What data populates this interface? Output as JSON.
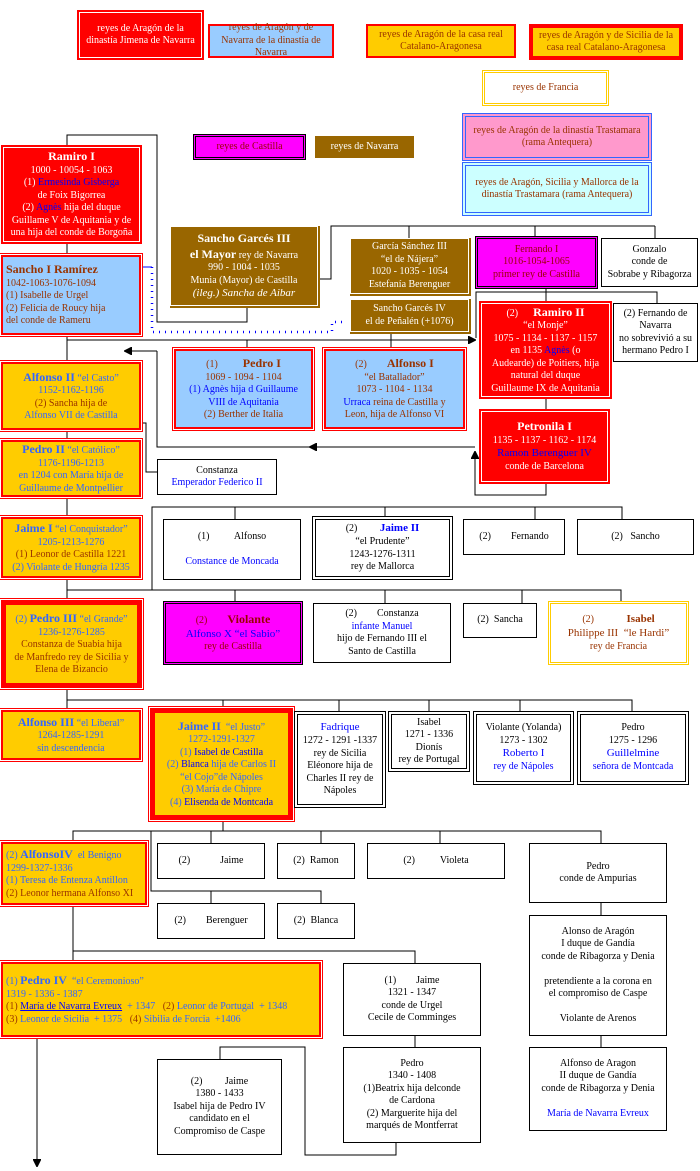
{
  "legend": [
    "reyes de Aragón de la dinastía Jimena de Navarra",
    "reyes de Aragón y de Navarra de la dinastía de Navarra",
    "reyes de Aragón de la casa real Catalano-Aragonesa",
    "reyes de Aragón y de Sicilia de la casa real Catalano-Aragonesa",
    "reyes de Francia",
    "reyes de Castilla",
    "reyes de Navarra",
    "reyes de Aragón de la dinastía Trastamara (rama Antequera)",
    "reyes de Aragón, Sicilia y Mallorca de la dinastía Trastamara (rama Antequera)"
  ],
  "boxes": [
    {
      "lines": [
        [
          {
            "t": "Ramiro I",
            "b": 1,
            "z": 12
          }
        ],
        [
          {
            "t": "1000 - 10054 - 1063"
          }
        ],
        [
          {
            "t": "(1) "
          },
          {
            "t": "Ermesinda Gisberga",
            "c": "#0000ff"
          }
        ],
        [
          {
            "t": "de Foix Bigorrea"
          }
        ],
        [
          {
            "t": "(2) "
          },
          {
            "t": "Agnès",
            "c": "#0000ff"
          },
          {
            "t": " hija del duque"
          }
        ],
        [
          {
            "t": "Guillame V de Aquitania y de"
          }
        ],
        [
          {
            "t": "una hija del conde de Borgoña"
          }
        ]
      ]
    },
    {
      "lines": [
        [
          {
            "t": "Sancho I Ramírez",
            "b": 1,
            "z": 12
          }
        ],
        [
          {
            "t": "1042-1063-1076-1094"
          }
        ],
        [
          {
            "t": "(1) Isabelle de Urgel"
          }
        ],
        [
          {
            "t": "(2) Felicia de Roucy hija"
          }
        ],
        [
          {
            "t": "del conde de Rameru"
          }
        ]
      ]
    },
    {
      "lines": [
        [
          {
            "t": "Sancho Garcés III",
            "b": 1,
            "z": 12
          }
        ],
        [
          {
            "t": "el Mayor",
            "b": 1,
            "z": 12
          },
          {
            "t": " rey de Navarra"
          }
        ],
        [
          {
            "t": "990 - 1004 - 1035"
          }
        ],
        [
          {
            "t": "Munia (Mayor) de Castilla"
          }
        ],
        [
          {
            "t": "(ileg.) Sancha de Aibar",
            "i": 1,
            "z": 11
          }
        ]
      ]
    },
    {
      "lines": [
        [
          {
            "t": "García Sánchez III"
          }
        ],
        [
          {
            "t": "“el de Nájera”"
          }
        ],
        [
          {
            "t": "1020 - 1035 - 1054"
          }
        ],
        [
          {
            "t": "Estefanía Berenguer"
          }
        ]
      ]
    },
    {
      "lines": [
        [
          {
            "t": "Sancho Garcés IV"
          }
        ],
        [
          {
            "t": "el de Peñalén (+1076)"
          }
        ]
      ]
    },
    {
      "lines": [
        [
          {
            "t": "Fernando I"
          }
        ],
        [
          {
            "t": "1016-1054-1065"
          }
        ],
        [
          {
            "t": "primer rey de Castilla"
          }
        ]
      ]
    },
    {
      "lines": [
        [
          {
            "t": "Gonzalo"
          }
        ],
        [
          {
            "t": "conde de"
          }
        ],
        [
          {
            "t": "Sobrabe y Ribagorza"
          }
        ]
      ]
    },
    {
      "lines": [
        [
          {
            "t": "(2)      "
          },
          {
            "t": "Ramiro II",
            "b": 1,
            "z": 12
          }
        ],
        [
          {
            "t": "“el Monje”"
          }
        ],
        [
          {
            "t": "1075 - 1134 - 1137 - 1157"
          }
        ],
        [
          {
            "t": "en 1135 "
          },
          {
            "t": "Agnès",
            "c": "#0000ff"
          },
          {
            "t": " (o"
          }
        ],
        [
          {
            "t": "Audearde) de Poitiers, hija"
          }
        ],
        [
          {
            "t": "natural del duque"
          }
        ],
        [
          {
            "t": "Guillaume IX de Aquitania"
          }
        ]
      ]
    },
    {
      "lines": [
        [
          {
            "t": "(2) Fernando de"
          }
        ],
        [
          {
            "t": "Navarra"
          }
        ],
        [
          {
            "t": "no sobrevivió a su"
          }
        ],
        [
          {
            "t": "hermano Pedro I"
          }
        ]
      ]
    },
    {
      "lines": [
        [
          {
            "t": "(1)          "
          },
          {
            "t": "Pedro I",
            "b": 1,
            "z": 12
          }
        ],
        [
          {
            "t": "1069 - 1094 - 1104"
          }
        ],
        [
          {
            "t": "(1) Agnès hija d Guillaume",
            "c": "#0000ff"
          }
        ],
        [
          {
            "t": "VIII de Aquitania",
            "c": "#0000ff"
          }
        ],
        [
          {
            "t": "(2) Berther de Italia"
          }
        ]
      ]
    },
    {
      "lines": [
        [
          {
            "t": "(2)        "
          },
          {
            "t": "Alfonso I",
            "b": 1,
            "z": 12
          }
        ],
        [
          {
            "t": "“el Batallador”"
          }
        ],
        [
          {
            "t": "1073 - 1104 - 1134"
          }
        ],
        [
          {
            "t": "Urraca",
            "c": "#0000ff"
          },
          {
            "t": " reina de Castilla y"
          }
        ],
        [
          {
            "t": "Leon, hija de Alfonso VI"
          }
        ]
      ]
    },
    {
      "lines": [
        [
          {
            "t": "Alfonso II",
            "b": 1,
            "z": 12
          },
          {
            "t": " “el Casto”"
          }
        ],
        [
          {
            "t": "1152-1162-1196"
          }
        ],
        [
          {
            "t": "(2) Sancha hija de",
            "c": "#993300"
          }
        ],
        [
          {
            "t": "Alfonso VII de Castilla"
          }
        ]
      ]
    },
    {
      "lines": [
        [
          {
            "t": "Pedro II",
            "b": 1,
            "z": 12
          },
          {
            "t": " “el Católico”"
          }
        ],
        [
          {
            "t": "1176-1196-1213"
          }
        ],
        [
          {
            "t": "en 1204 con María hija de"
          }
        ],
        [
          {
            "t": "Guillaume de Montpellier"
          }
        ]
      ]
    },
    {
      "lines": [
        [
          {
            "t": "Petronila I",
            "b": 1,
            "z": 12
          }
        ],
        [
          {
            "t": "1135 - 1137 - 1162 - 1174"
          }
        ],
        [
          {
            "t": "Ramon Berenguer IV",
            "c": "#0000ff",
            "z": 11
          }
        ],
        [
          {
            "t": "conde de Barcelona"
          }
        ]
      ]
    },
    {
      "lines": [
        [
          {
            "t": "Constanza"
          }
        ],
        [
          {
            "t": "Emperador Federico II",
            "c": "#0000ff"
          }
        ]
      ]
    },
    {
      "lines": [
        [
          {
            "t": "Jaime I",
            "b": 1,
            "z": 12
          },
          {
            "t": " “el Conquistador”"
          }
        ],
        [
          {
            "t": "1205-1213-1276"
          }
        ],
        [
          {
            "t": "(1) Leonor de Castilla 1221",
            "c": "#993300"
          }
        ],
        [
          {
            "t": "(2) Violante de Hungría 1235"
          }
        ]
      ]
    },
    {
      "lines": [
        [
          {
            "t": "(1)          Alfonso"
          }
        ],
        [
          {
            "t": " "
          }
        ],
        [
          {
            "t": "Constance de Moncada",
            "c": "#0000ff"
          }
        ]
      ]
    },
    {
      "lines": [
        [
          {
            "t": "(2)         "
          },
          {
            "t": "Jaime II",
            "b": 1,
            "c": "#0000ff",
            "z": 11
          }
        ],
        [
          {
            "t": "“el Prudente”"
          }
        ],
        [
          {
            "t": "1243-1276-1311"
          }
        ],
        [
          {
            "t": "rey de Mallorca"
          }
        ]
      ]
    },
    {
      "lines": [
        [
          {
            "t": "(2)        Fernando"
          }
        ]
      ]
    },
    {
      "lines": [
        [
          {
            "t": "(2)   Sancho"
          }
        ]
      ]
    },
    {
      "lines": [
        [
          {
            "t": "(2) "
          },
          {
            "t": "Pedro III",
            "b": 1,
            "z": 12
          },
          {
            "t": " “el Grande”"
          }
        ],
        [
          {
            "t": "1236-1276-1285"
          }
        ],
        [
          {
            "t": "Constanza de Suabia hija",
            "c": "#993300"
          }
        ],
        [
          {
            "t": "de Manfredo rey de Sicilia y",
            "c": "#993300"
          }
        ],
        [
          {
            "t": "Elena de Bizancio",
            "c": "#993300"
          }
        ]
      ]
    },
    {
      "lines": [
        [
          {
            "t": "(2)        "
          },
          {
            "t": "Violante",
            "b": 1,
            "z": 12
          }
        ],
        [
          {
            "t": "Alfonso X “el Sabio”",
            "c": "#0000ff",
            "z": 11
          }
        ],
        [
          {
            "t": "rey de Castilla"
          }
        ]
      ]
    },
    {
      "lines": [
        [
          {
            "t": "(2)        Constanza"
          }
        ],
        [
          {
            "t": "infante Manuel",
            "c": "#0000ff"
          }
        ],
        [
          {
            "t": "hijo de Fernando III el"
          }
        ],
        [
          {
            "t": "Santo de Castilla"
          }
        ]
      ]
    },
    {
      "lines": [
        [
          {
            "t": "(2)  Sancha"
          }
        ]
      ]
    },
    {
      "lines": [
        [
          {
            "t": "(2)             "
          },
          {
            "t": "Isabel",
            "b": 1,
            "z": 11
          }
        ],
        [
          {
            "t": "Philippe III  “le Hardi”",
            "z": 11
          }
        ],
        [
          {
            "t": "rey de Francia"
          }
        ]
      ]
    },
    {
      "lines": [
        [
          {
            "t": "Alfonso III",
            "b": 1,
            "z": 12
          },
          {
            "t": " “el Liberal”"
          }
        ],
        [
          {
            "t": "1264-1285-1291"
          }
        ],
        [
          {
            "t": "sin descendencia"
          }
        ]
      ]
    },
    {
      "lines": [
        [
          {
            "t": "Jaime II",
            "b": 1,
            "z": 12
          },
          {
            "t": "  “el Justo”"
          }
        ],
        [
          {
            "t": "1272-1291-1327"
          }
        ],
        [
          {
            "t": "(1) "
          },
          {
            "t": "Isabel de Castilla",
            "c": "#0000ff"
          }
        ],
        [
          {
            "t": "(2) "
          },
          {
            "t": "Blanca",
            "c": "#0000ff"
          },
          {
            "t": " hija de Carlos II"
          }
        ],
        [
          {
            "t": "“el Cojo”de Nápoles"
          }
        ],
        [
          {
            "t": "(3) María de Chipre"
          }
        ],
        [
          {
            "t": "(4) "
          },
          {
            "t": "Elisenda de Montcada",
            "c": "#0000ff"
          }
        ]
      ]
    },
    {
      "lines": [
        [
          {
            "t": "Fadrique",
            "c": "#0000ff",
            "z": 11
          }
        ],
        [
          {
            "t": "1272 - 1291 -1337"
          }
        ],
        [
          {
            "t": "rey de Sicilia"
          }
        ],
        [
          {
            "t": "Eléonore hija de"
          }
        ],
        [
          {
            "t": "Charles II rey de"
          }
        ],
        [
          {
            "t": "Nápoles"
          }
        ]
      ]
    },
    {
      "lines": [
        [
          {
            "t": "Isabel"
          }
        ],
        [
          {
            "t": "1271 - 1336"
          }
        ],
        [
          {
            "t": "Dionís"
          }
        ],
        [
          {
            "t": "rey de Portugal"
          }
        ]
      ]
    },
    {
      "lines": [
        [
          {
            "t": "Violante (Yolanda)"
          }
        ],
        [
          {
            "t": "1273 - 1302"
          }
        ],
        [
          {
            "t": "Roberto I",
            "c": "#0000ff",
            "z": 11
          }
        ],
        [
          {
            "t": "rey de Nápoles",
            "c": "#0000ff"
          }
        ]
      ]
    },
    {
      "lines": [
        [
          {
            "t": "Pedro"
          }
        ],
        [
          {
            "t": "1275 - 1296"
          }
        ],
        [
          {
            "t": "Guillelmine",
            "c": "#0000ff",
            "z": 11
          }
        ],
        [
          {
            "t": "señora de Montcada",
            "c": "#0000ff"
          }
        ]
      ]
    },
    {
      "lines": [
        [
          {
            "t": "(2) "
          },
          {
            "t": "AlfonsoIV",
            "b": 1,
            "z": 12
          },
          {
            "t": "  el Benigno"
          }
        ],
        [
          {
            "t": "1299-1327-1336"
          }
        ],
        [
          {
            "t": "(1) Teresa de Entenza Antillon"
          }
        ],
        [
          {
            "t": "(2) Leonor hermana Alfonso XI",
            "c": "#993300"
          }
        ]
      ]
    },
    {
      "lines": [
        [
          {
            "t": "(2)            Jaime"
          }
        ]
      ]
    },
    {
      "lines": [
        [
          {
            "t": "(2)  Ramon"
          }
        ]
      ]
    },
    {
      "lines": [
        [
          {
            "t": "(2)          Violeta"
          }
        ]
      ]
    },
    {
      "lines": [
        [
          {
            "t": "Pedro"
          }
        ],
        [
          {
            "t": "conde de Ampurias"
          }
        ]
      ]
    },
    {
      "lines": [
        [
          {
            "t": "(2)        Berenguer"
          }
        ]
      ]
    },
    {
      "lines": [
        [
          {
            "t": "(2)  Blanca"
          }
        ]
      ]
    },
    {
      "lines": [
        [
          {
            "t": "(1) "
          },
          {
            "t": "Pedro IV",
            "b": 1,
            "z": 12
          },
          {
            "t": "  “el Ceremonioso”"
          }
        ],
        [
          {
            "t": "1319 - 1336 - 1387"
          }
        ],
        [
          {
            "t": "(1) ",
            "c": "#993300"
          },
          {
            "t": "María de Navarra Evreux",
            "c": "#0000ff",
            "u": 1
          },
          {
            "t": "  + 1347   "
          },
          {
            "t": "(2) ",
            "c": "#993300"
          },
          {
            "t": "Leonor de Portugal  + 1348"
          }
        ],
        [
          {
            "t": "(3) ",
            "c": "#993300"
          },
          {
            "t": "Leonor de Sicilia  + 1375   "
          },
          {
            "t": "(4) ",
            "c": "#993300"
          },
          {
            "t": "Sibilia de Forcia  +1406"
          }
        ]
      ]
    },
    {
      "lines": [
        [
          {
            "t": "(1)        Jaime"
          }
        ],
        [
          {
            "t": "1321 - 1347"
          }
        ],
        [
          {
            "t": "conde de Urgel"
          }
        ],
        [
          {
            "t": "Cecile de Comminges"
          }
        ]
      ]
    },
    {
      "lines": [
        [
          {
            "t": "Alonso de Aragón"
          }
        ],
        [
          {
            "t": "I duque de Gandía"
          }
        ],
        [
          {
            "t": "conde de Ribagorza y Denia"
          }
        ],
        [
          {
            "t": " "
          }
        ],
        [
          {
            "t": "pretendiente a la corona en"
          }
        ],
        [
          {
            "t": "el compromiso de Caspe"
          }
        ],
        [
          {
            "t": " "
          }
        ],
        [
          {
            "t": "Violante de Arenos"
          }
        ]
      ]
    },
    {
      "lines": [
        [
          {
            "t": "(2)         Jaime"
          }
        ],
        [
          {
            "t": "1380 - 1433"
          }
        ],
        [
          {
            "t": "Isabel hija de Pedro IV"
          }
        ],
        [
          {
            "t": "candidato en el"
          }
        ],
        [
          {
            "t": "Compromiso de Caspe"
          }
        ]
      ]
    },
    {
      "lines": [
        [
          {
            "t": "Pedro"
          }
        ],
        [
          {
            "t": "1340 - 1408"
          }
        ],
        [
          {
            "t": "(1)Beatrix hija delconde"
          }
        ],
        [
          {
            "t": "de Cardona"
          }
        ],
        [
          {
            "t": "(2) Marguerite hija del"
          }
        ],
        [
          {
            "t": "marqués de Montferrat"
          }
        ]
      ]
    },
    {
      "lines": [
        [
          {
            "t": "Alfonso de Aragon"
          }
        ],
        [
          {
            "t": "II duque de Gandía"
          }
        ],
        [
          {
            "t": "conde de Ribagorza y Denia"
          }
        ],
        [
          {
            "t": " "
          }
        ],
        [
          {
            "t": "María de Navarra Evreux",
            "c": "#0000ff"
          }
        ]
      ]
    }
  ]
}
